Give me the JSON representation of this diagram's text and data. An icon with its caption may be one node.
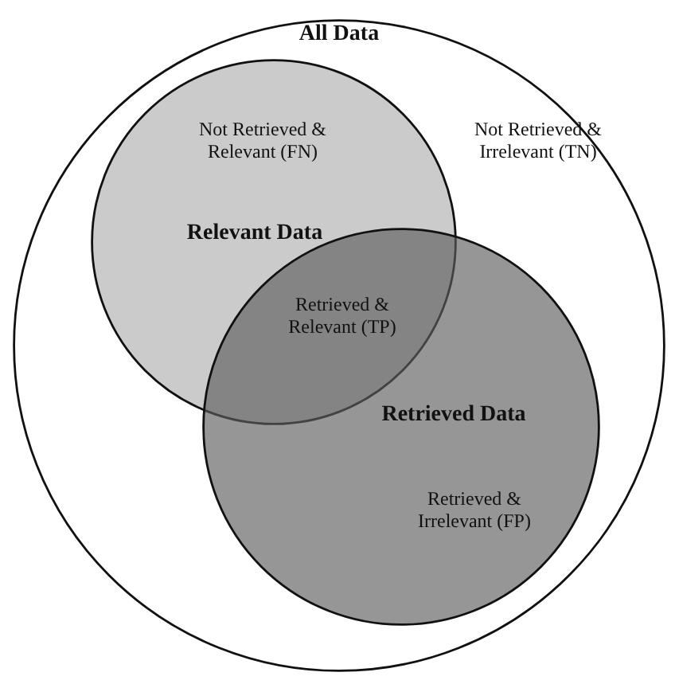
{
  "diagram": {
    "nodes": [
      {
        "text": [
          "All Data",
          "Not Retrieved & Irrelevant (TN)"
        ]
      },
      {
        "text": [
          "Not Retrieved & Relevant (FN)",
          "Relevant Data"
        ],
        "in": 0
      },
      {
        "text": [
          "Retrieved Data",
          "Retrieved & Irrelevant (FP)"
        ],
        "in": 0
      }
    ],
    "edges": [],
    "labels": [
      "Retrieved & Relevant (TP)"
    ]
  }
}
